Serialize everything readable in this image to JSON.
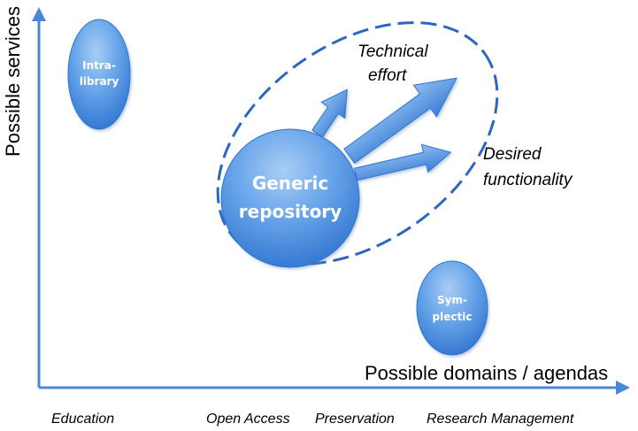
{
  "axes": {
    "y_label": "Possible services",
    "x_label": "Possible domains / agendas"
  },
  "x_categories": [
    "Education",
    "Open Access",
    "Preservation",
    "Research Management"
  ],
  "bubbles": {
    "intralibrary": {
      "line1": "Intra-",
      "line2": "library"
    },
    "generic": {
      "line1": "Generic",
      "line2": "repository"
    },
    "symplectic": {
      "line1": "Sym-",
      "line2": "plectic"
    }
  },
  "annotations": {
    "technical_effort": {
      "line1": "Technical",
      "line2": "effort"
    },
    "desired_functionality": {
      "line1": "Desired",
      "line2": "functionality"
    }
  },
  "colors": {
    "accent": "#3b7fd6",
    "accent_light": "#a9cdf5",
    "accent_dark": "#2a66c2",
    "axis": "#4a86d9"
  }
}
